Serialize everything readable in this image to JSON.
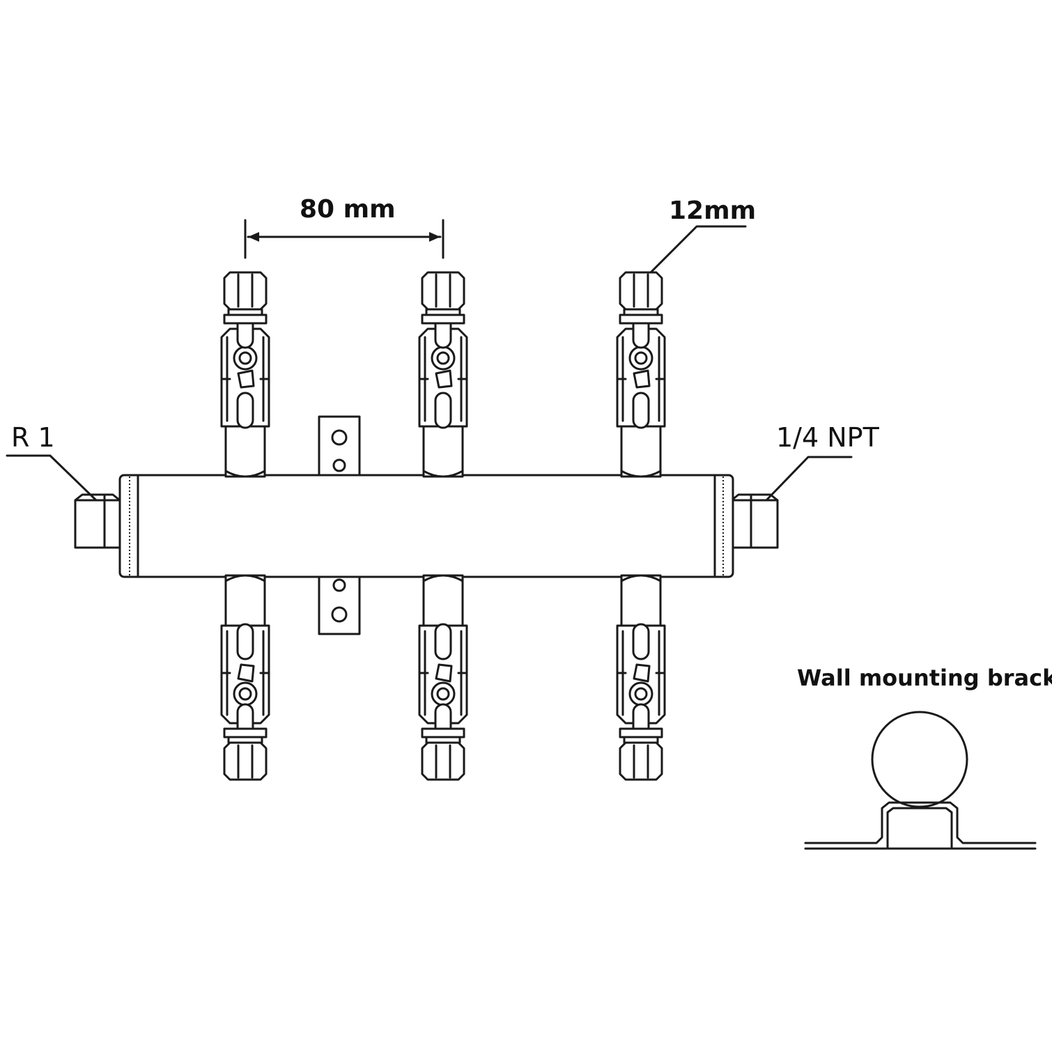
{
  "labels": {
    "inlet_thread": "R 1",
    "outlet_thread": "1/4 NPT",
    "spacing": "80 mm",
    "tube_size": "12mm",
    "bracket_title": "Wall mounting bracket"
  },
  "valves": {
    "top_count": 3,
    "bottom_count": 3
  }
}
